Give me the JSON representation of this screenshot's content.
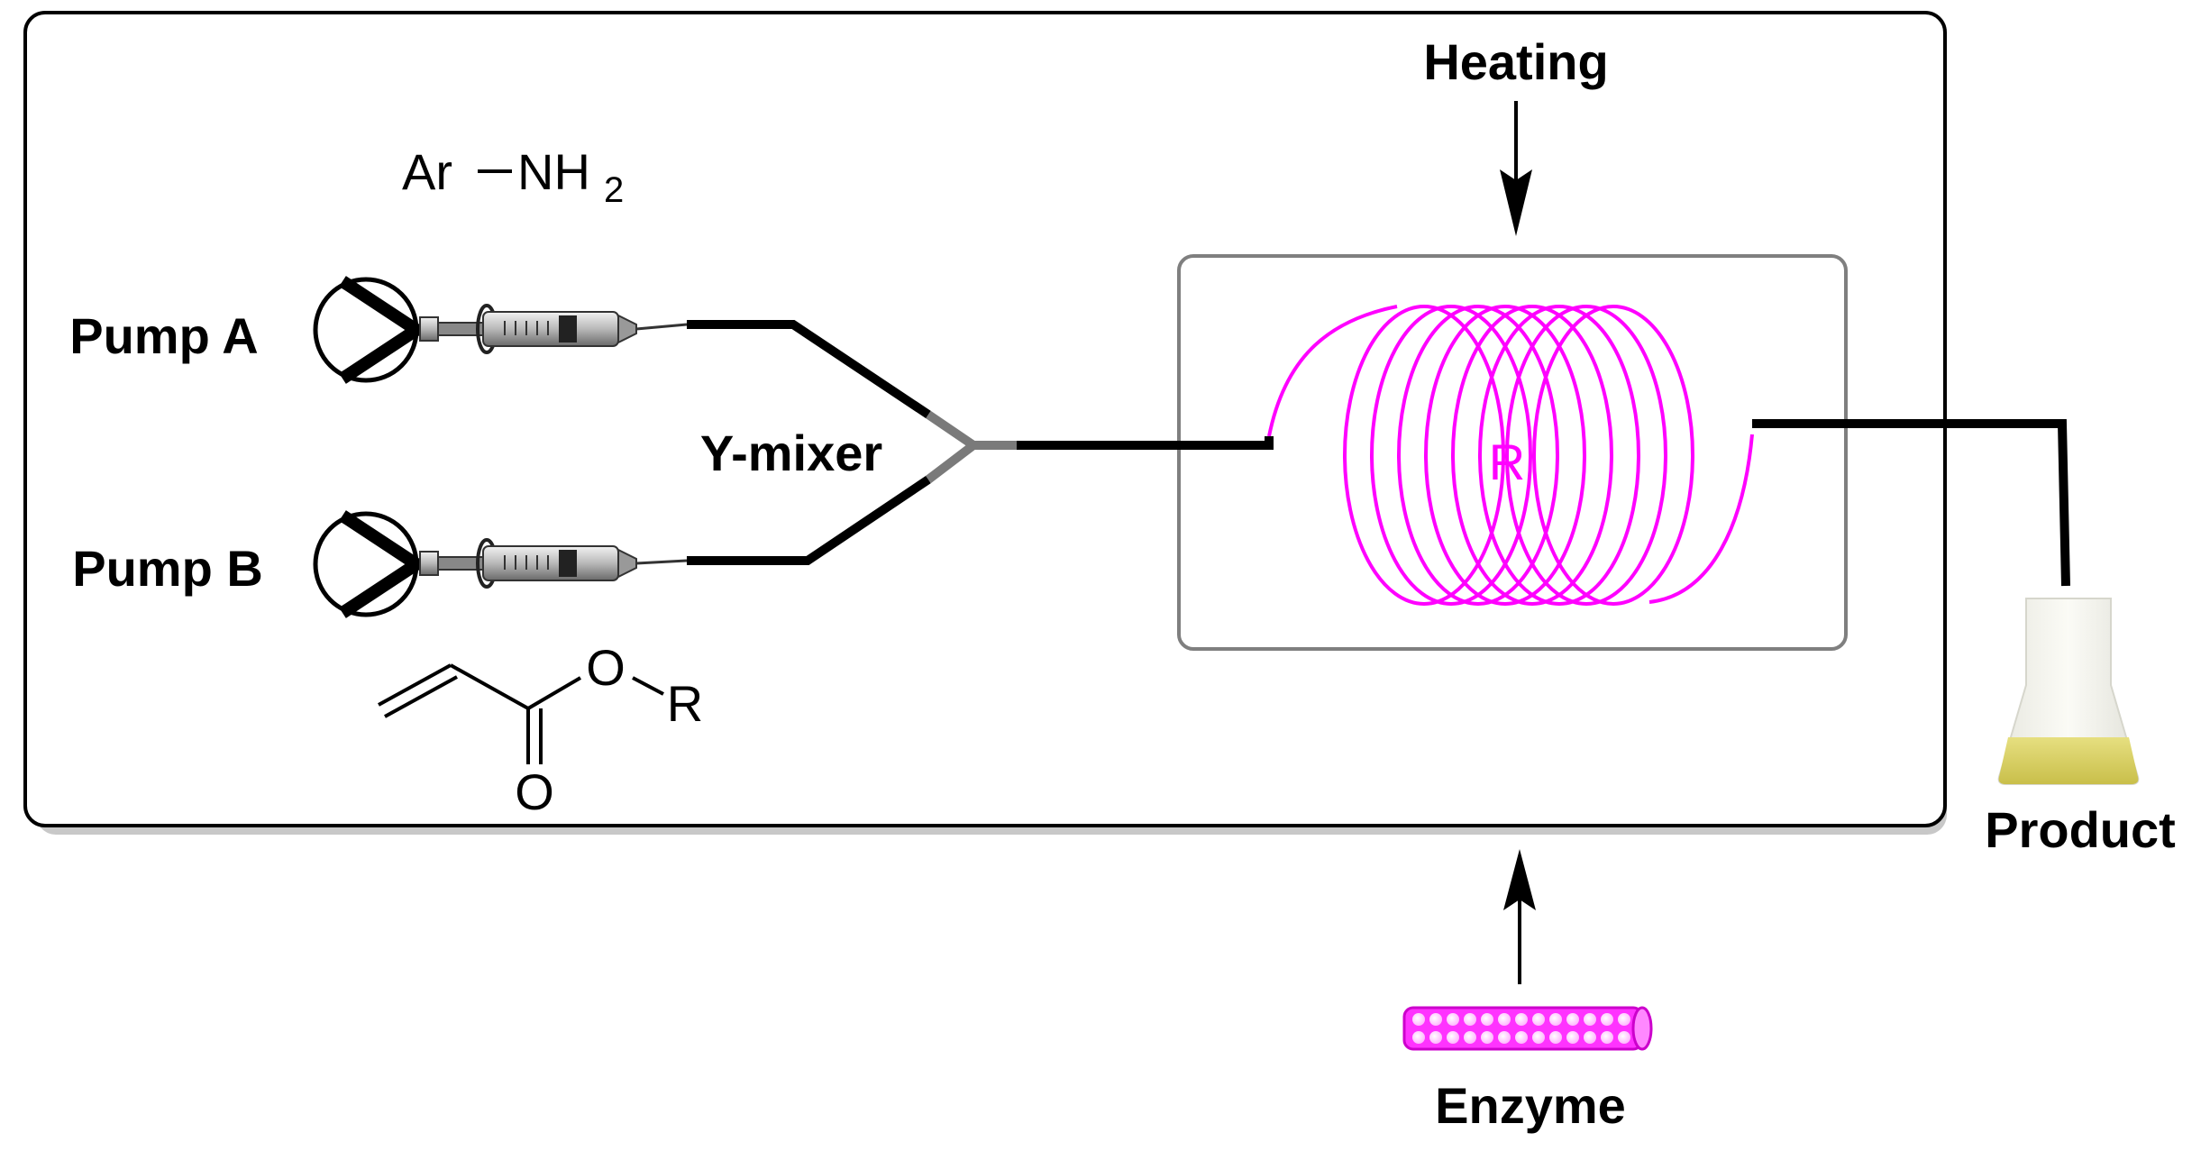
{
  "labels": {
    "heating": "Heating",
    "pump_a": "Pump A",
    "pump_b": "Pump B",
    "y_mixer": "Y-mixer",
    "reactor": "R",
    "product": "Product",
    "enzyme": "Enzyme"
  },
  "reagents": {
    "amine_ar": "Ar",
    "amine_nh": "NH",
    "amine_sub": "2",
    "acrylate_o": "O",
    "acrylate_r": "R",
    "acrylate_carbonyl_o": "O"
  },
  "colors": {
    "coil": "#ff00ff",
    "enzyme": "#ff33ff",
    "tubing": "#000000",
    "frame_border": "#000000",
    "frame_shadow": "#c8c8c8",
    "reactor_box": "#7f7f7f",
    "product_liquid": "#d8d060"
  }
}
